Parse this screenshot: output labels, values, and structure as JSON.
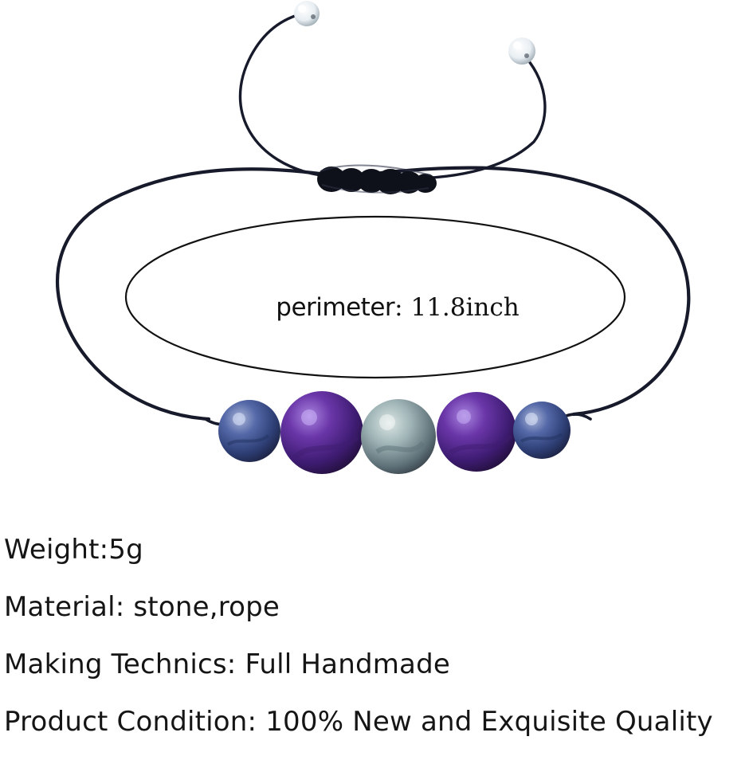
{
  "measurement": {
    "label": "perimeter",
    "separator": ": ",
    "value": "11.8inch"
  },
  "specs": [
    "Weight:5g",
    "Material: stone,rope",
    "Making Technics: Full Handmade",
    "Product Condition:  100% New and Exquisite Quality"
  ],
  "colors": {
    "background": "#ffffff",
    "cord": "#171a2a",
    "amethyst": "#5a2a90",
    "sodalite": "#3b4f91",
    "labradorite": "#91a7ad"
  }
}
